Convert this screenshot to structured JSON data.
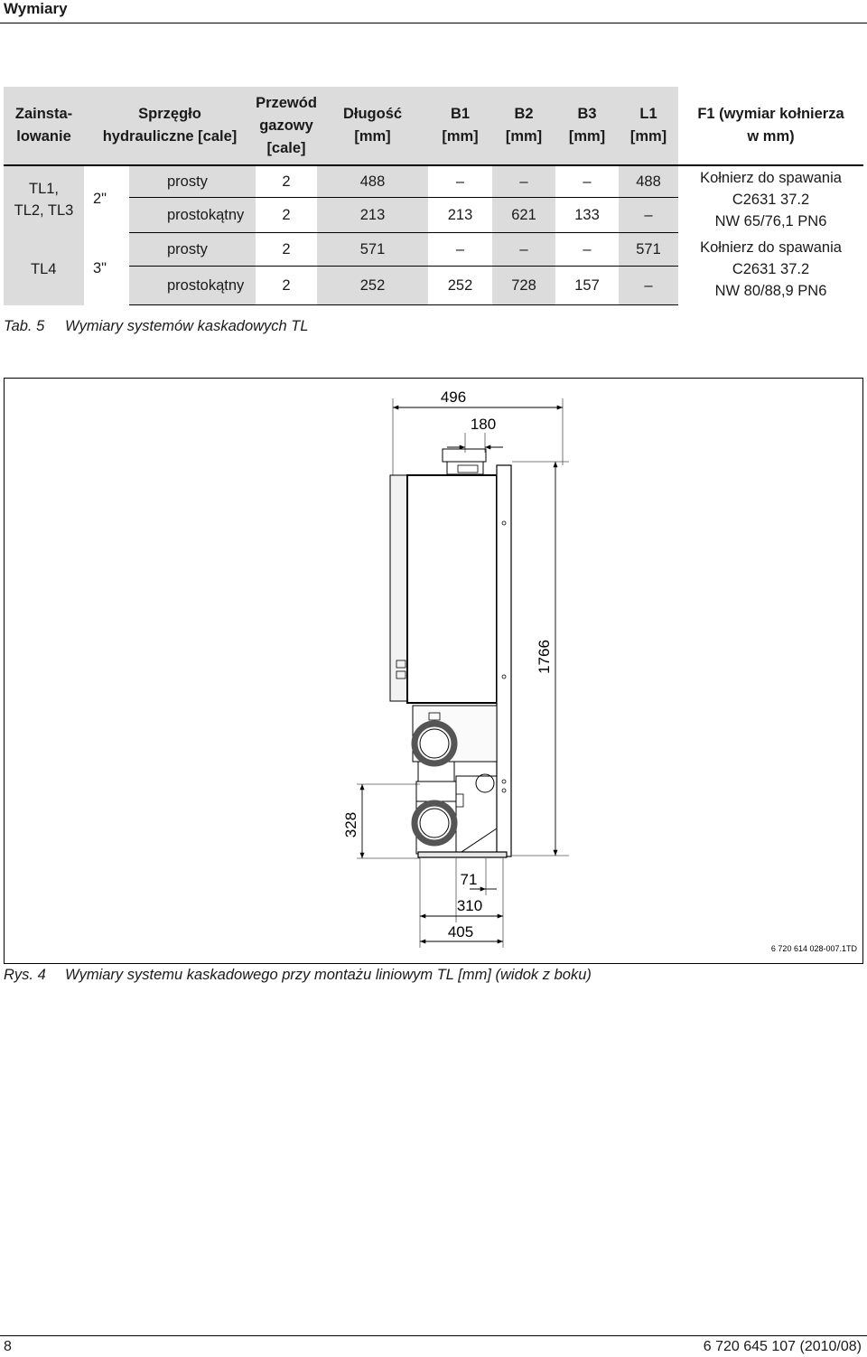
{
  "page": {
    "section_title": "Wymiary",
    "page_number": "8",
    "document_id": "6 720 645 107 (2010/08)"
  },
  "table": {
    "headers": {
      "installation": [
        "Zainsta-",
        "lowanie"
      ],
      "coupling": [
        "Sprzęgło",
        "hydrauliczne [cale]"
      ],
      "gas": [
        "Przewód",
        "gazowy",
        "[cale]"
      ],
      "length": [
        "Długość",
        "[mm]"
      ],
      "b1": [
        "B1",
        "[mm]"
      ],
      "b2": [
        "B2",
        "[mm]"
      ],
      "b3": [
        "B3",
        "[mm]"
      ],
      "l1": [
        "L1",
        "[mm]"
      ],
      "f1": [
        "F1 (wymiar kołnierza",
        "w mm)"
      ]
    },
    "groups": [
      {
        "installation": [
          "TL1,",
          "TL2, TL3"
        ],
        "coupling_size": "2\"",
        "flange": [
          "Kołnierz do spawania",
          "C2631 37.2",
          "NW 65/76,1 PN6"
        ],
        "rows": [
          {
            "type": "prosty",
            "gas": "2",
            "length": "488",
            "b1": "–",
            "b2": "–",
            "b3": "–",
            "l1": "488"
          },
          {
            "type": "prostokątny",
            "gas": "2",
            "length": "213",
            "b1": "213",
            "b2": "621",
            "b3": "133",
            "l1": "–"
          }
        ]
      },
      {
        "installation": [
          "TL4"
        ],
        "coupling_size": "3\"",
        "flange": [
          "Kołnierz do spawania",
          "C2631 37.2",
          "NW 80/88,9 PN6"
        ],
        "rows": [
          {
            "type": "prosty",
            "gas": "2",
            "length": "571",
            "b1": "–",
            "b2": "–",
            "b3": "–",
            "l1": "571"
          },
          {
            "type": "prostokątny",
            "gas": "2",
            "length": "252",
            "b1": "252",
            "b2": "728",
            "b3": "157",
            "l1": "–"
          }
        ]
      }
    ],
    "caption_number": "Tab. 5",
    "caption_text": "Wymiary systemów kaskadowych TL"
  },
  "figure": {
    "dimensions": {
      "total_width": "496",
      "top_outlet": "180",
      "height": "1766",
      "lower_section": "328",
      "d71": "71",
      "d310": "310",
      "d405": "405"
    },
    "code": "6 720 614 028-007.1TD",
    "caption_number": "Rys. 4",
    "caption_text": "Wymiary systemu kaskadowego przy montażu liniowym TL [mm] (widok z boku)"
  }
}
